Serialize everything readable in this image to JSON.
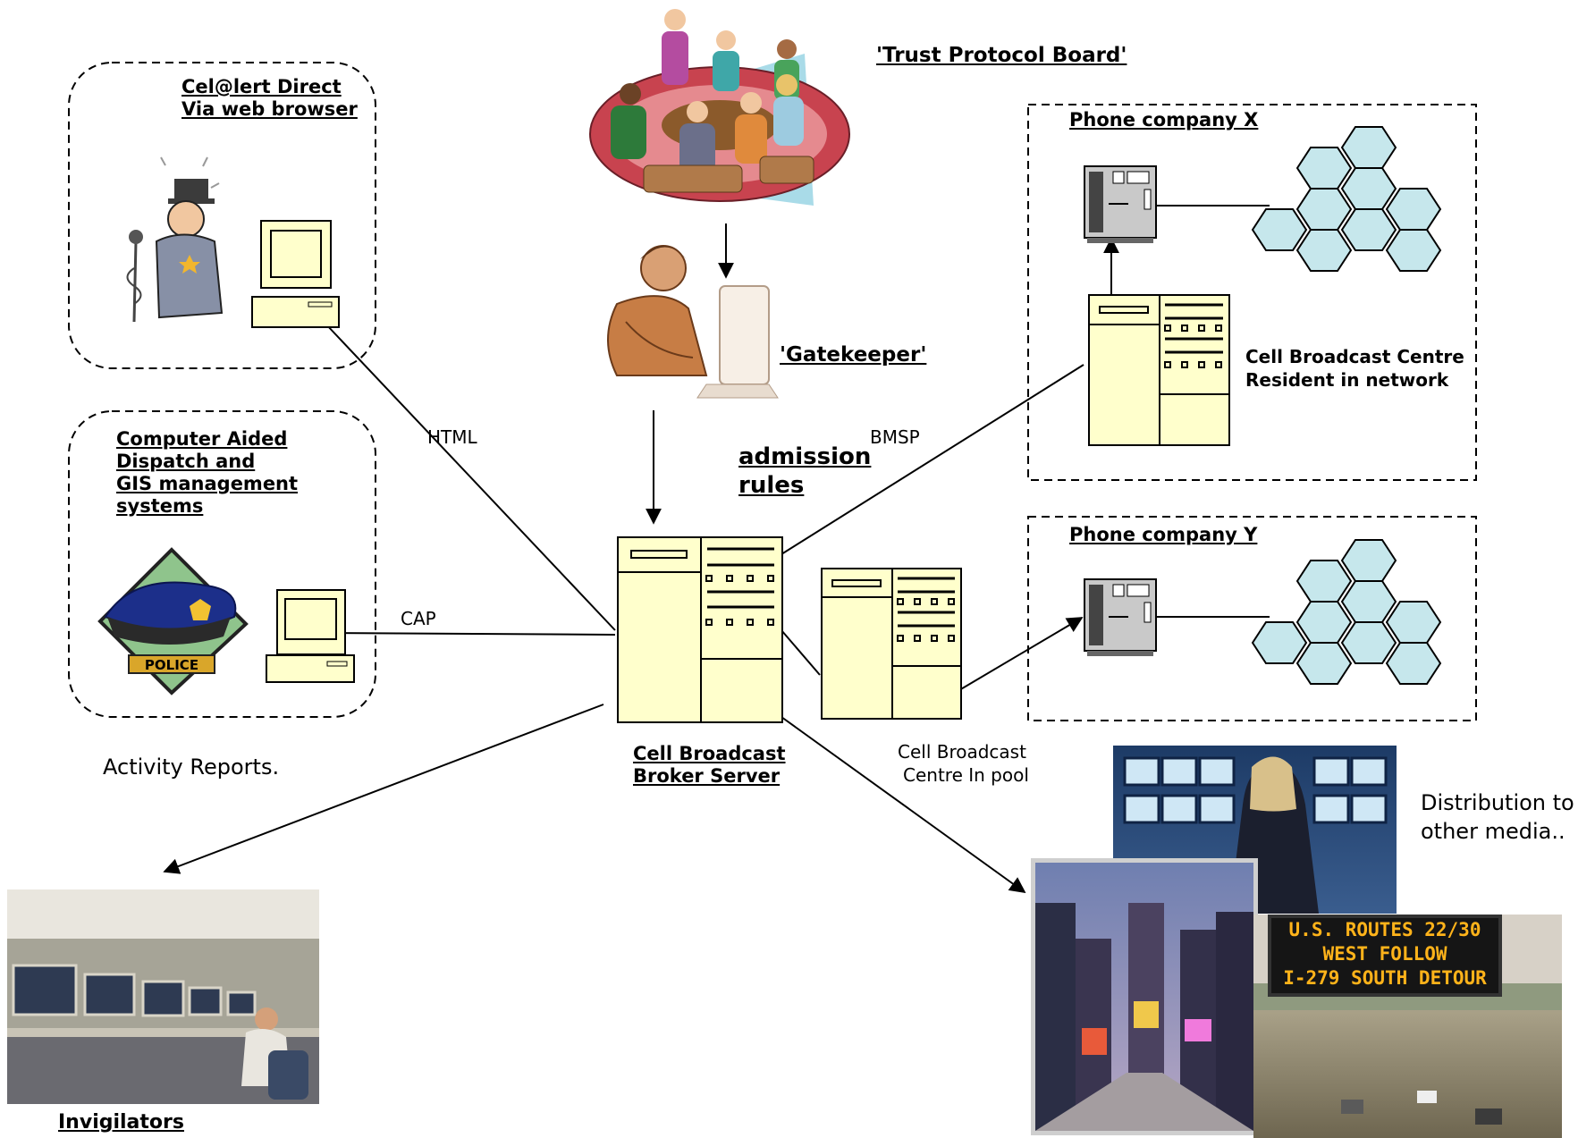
{
  "labels": {
    "trust_board": "'Trust Protocol Board'",
    "gatekeeper": "'Gatekeeper'",
    "admission_line1": "admission",
    "admission_line2": "rules",
    "celert_line1": "Cel@lert Direct",
    "celert_line2": "Via web browser",
    "cad_line1": "Computer Aided",
    "cad_line2": "Dispatch and",
    "cad_line3": "GIS  management",
    "cad_line4": "systems",
    "html": "HTML",
    "cap": "CAP",
    "bmsp": "BMSP",
    "activity_reports": "Activity Reports.",
    "broker_line1": "Cell Broadcast",
    "broker_line2": "Broker Server",
    "pool_line1": "Cell Broadcast",
    "pool_line2": "Centre In pool",
    "phone_x": "Phone company  X",
    "phone_y": "Phone company  Y",
    "resident_line1": "Cell Broadcast Centre",
    "resident_line2": "Resident in network",
    "distribution_line1": "Distribution to",
    "distribution_line2": "other media..",
    "invigilators": "Invigilators",
    "police_badge": "POLICE",
    "sign_line1": "U.S. ROUTES 22/30",
    "sign_line2": "WEST FOLLOW",
    "sign_line3": "I-279 SOUTH DETOUR"
  },
  "colors": {
    "server_fill": "#ffffcc",
    "cell_fill": "#c6e7ec",
    "line": "#000000"
  }
}
